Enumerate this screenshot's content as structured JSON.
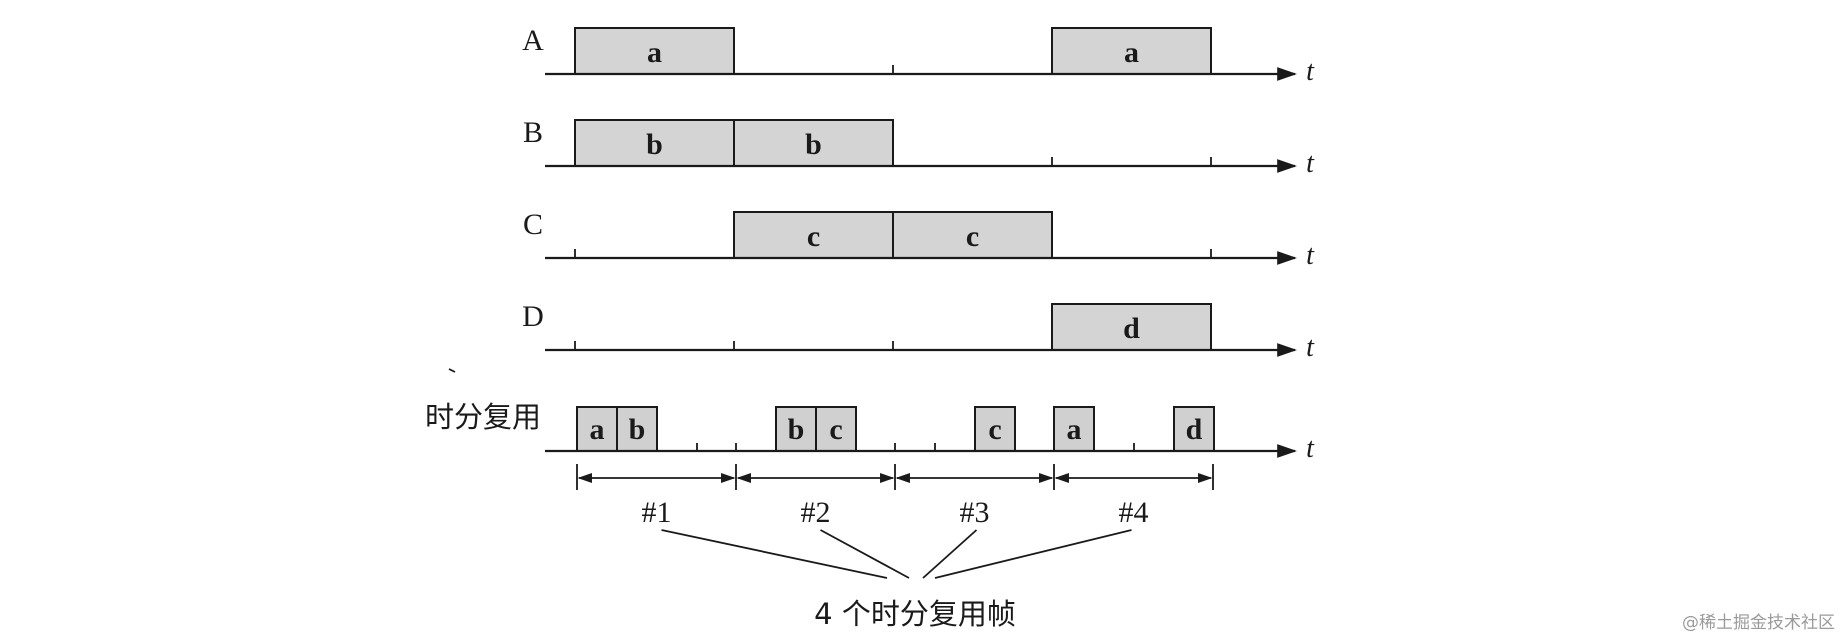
{
  "diagram": {
    "rows": [
      {
        "label": "A",
        "slots": [
          {
            "start": 0,
            "end": 1,
            "text": "a"
          },
          {
            "start": 3,
            "end": 4,
            "text": "a"
          }
        ]
      },
      {
        "label": "B",
        "slots": [
          {
            "start": 0,
            "end": 1,
            "text": "b"
          },
          {
            "start": 1,
            "end": 2,
            "text": "b"
          }
        ]
      },
      {
        "label": "C",
        "slots": [
          {
            "start": 1,
            "end": 2,
            "text": "c"
          },
          {
            "start": 2,
            "end": 3,
            "text": "c"
          }
        ]
      },
      {
        "label": "D",
        "slots": [
          {
            "start": 3,
            "end": 4,
            "text": "d"
          }
        ]
      }
    ],
    "mux": {
      "label": "时分复用",
      "slots": [
        {
          "frame": 0,
          "pos": 0,
          "text": "a"
        },
        {
          "frame": 0,
          "pos": 1,
          "text": "b"
        },
        {
          "frame": 1,
          "pos": 1,
          "text": "b"
        },
        {
          "frame": 1,
          "pos": 2,
          "text": "c"
        },
        {
          "frame": 2,
          "pos": 2,
          "text": "c"
        },
        {
          "frame": 3,
          "pos": 0,
          "text": "a"
        },
        {
          "frame": 3,
          "pos": 3,
          "text": "d"
        }
      ]
    },
    "time_symbol": "t",
    "frame_labels": [
      "#1",
      "#2",
      "#3",
      "#4"
    ],
    "caption": "4 个时分复用帧"
  },
  "watermark": "@稀土掘金技术社区"
}
